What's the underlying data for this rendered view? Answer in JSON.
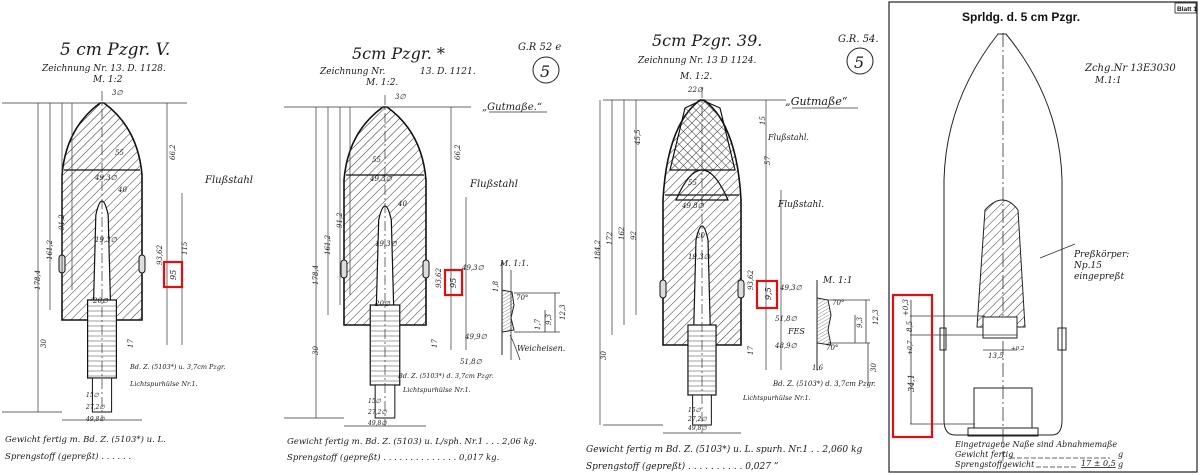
{
  "panel1": {
    "title": "5 cm Pzgr. V.",
    "drawing_no": "Zeichnung Nr.  13. D. 1128.",
    "scale": "M. 1:2",
    "material": "Flußstahl",
    "dims": {
      "tip": "3∅",
      "ogive": "55",
      "nose": "66,2",
      "band": "49,3∅",
      "inner": "40",
      "len_total": "178,4",
      "len_body": "161,2",
      "len_inner": "91,2",
      "cav": "19,3∅",
      "d_93": "93,62",
      "d_95": "95",
      "d_115": "115",
      "base_dia": "20∅",
      "d_30": "30",
      "d_17": "17",
      "b1": "49,8∅",
      "b2": "27,2∅",
      "b3": "15∅"
    },
    "fuse_label": "Bd. Z. (5103*) u. 3,7cm Pzgr.",
    "tracer_label": "Lichtspurhülse Nr.1.",
    "weight_line": "Gewicht fertig m. Bd. Z. (5103*) u. L.",
    "charge_line": "Sprengstoff (gepreßt) . . . . . ."
  },
  "panel2": {
    "title": "5cm Pzgr. *",
    "drawing_label": "Zeichnung  Nr.",
    "drawing_no": "13. D. 1121.",
    "scale": "M. 1:2.",
    "gr": "G.R 52 e",
    "circle": "5",
    "gutmasse": "„Gutmaße.“",
    "material": "Flußstahl",
    "soft_iron": "Weicheisen.",
    "detail_scale": "M. 1:1.",
    "dims": {
      "tip": "3∅",
      "ogive": "55",
      "nose": "66,2",
      "band": "49,3∅",
      "inner": "40",
      "len_total": "178,4",
      "len_body": "161,2",
      "len_inner": "91,2",
      "cav": "19,3∅",
      "d_93": "93,62",
      "d_95": "95",
      "base_dia": "20∅",
      "d_30": "30",
      "d_17": "17",
      "rb1": "49,3∅",
      "rb2": "49,9∅",
      "rb3": "51,8∅",
      "angle": "70°",
      "h1": "12,3",
      "h2": "9,3",
      "h3": "1,7",
      "h4": "1,8",
      "b1": "49,8∅",
      "b2": "27,2∅",
      "b3": "15∅"
    },
    "fuse_label": "Bd. Z. (5103*) d. 3,7cm Pzgr.",
    "tracer_label": "Lichtspurhülse Nr.1.",
    "weight_line": "Gewicht fertig m. Bd. Z. (5103) u. L/sph. Nr.1 . . . 2,06  kg.",
    "charge_line": "Sprengstoff (gepreßt) . . . . . . . . . . . . . . 0,017 kg."
  },
  "panel3": {
    "title": "5cm Pzgr. 39.",
    "drawing_no": "Zeichnung Nr. 13 D 1124.",
    "scale": "M. 1:2.",
    "gr": "G.R. 54.",
    "circle": "5",
    "gutmasse": "„Gutmaße“",
    "material_top": "Flußstahl.",
    "material": "Flußstahl.",
    "fes": "FES",
    "detail_scale": "M. 1:1",
    "dims": {
      "cap": "22∅",
      "d_15": "15",
      "d_45": "45,5",
      "d_57": "57",
      "ogive": "55",
      "band": "49,8∅",
      "cav": "19,3∅",
      "d_20": "20",
      "len_total": "184,2",
      "len_172": "172",
      "len_162": "162",
      "len_92": "92",
      "d_93": "93,62",
      "d_95": "9,5",
      "rb1": "49,3∅",
      "rb2": "51,8∅",
      "rb3": "48,9∅",
      "angle": "70°",
      "h1": "12,3",
      "h2": "9,3",
      "d_30": "30",
      "d_16": "1,6",
      "d_17": "17",
      "b1": "49,8∅",
      "b2": "27,2∅",
      "b3": "15∅"
    },
    "fuse_label": "Bd. Z. (5103*) d. 3,7cm Pzgr.",
    "tracer_label": "Lichtspurhülse Nr.1.",
    "weight_line": "Gewicht fertig m Bd. Z. (5103*) u. L. spurh. Nr.1 . . 2,060 kg",
    "charge_line": "Sprengstoff (gepreßt) . . . . . . . . . . 0,027 ”"
  },
  "panel4": {
    "title": "Sprldg. d. 5 cm Pzgr.",
    "sheet": "Blatt 1",
    "drawing_no": "Zchg.Nr 13E3030",
    "scale": "M.1:1",
    "charge_label_1": "Preßkörper:",
    "charge_label_2": "Np.15",
    "charge_label_3": "eingepreßt",
    "dims": {
      "d_03": "+0,3",
      "d_85": "8,5",
      "d_341": "34,1",
      "d_341_tol": "+0,7",
      "d_135": "13,5",
      "d_135_tol": "+0,2"
    },
    "note": "Eingetragene Naße sind Abnahmemaße",
    "weight_label": "Gewicht fertig",
    "weight_unit": "g",
    "charge_label": "Sprengstoffgewicht",
    "charge_value": "17 ± 0,5",
    "charge_unit": "g"
  },
  "colors": {
    "highlight": "#e01010",
    "ink": "#1a1a1a"
  }
}
